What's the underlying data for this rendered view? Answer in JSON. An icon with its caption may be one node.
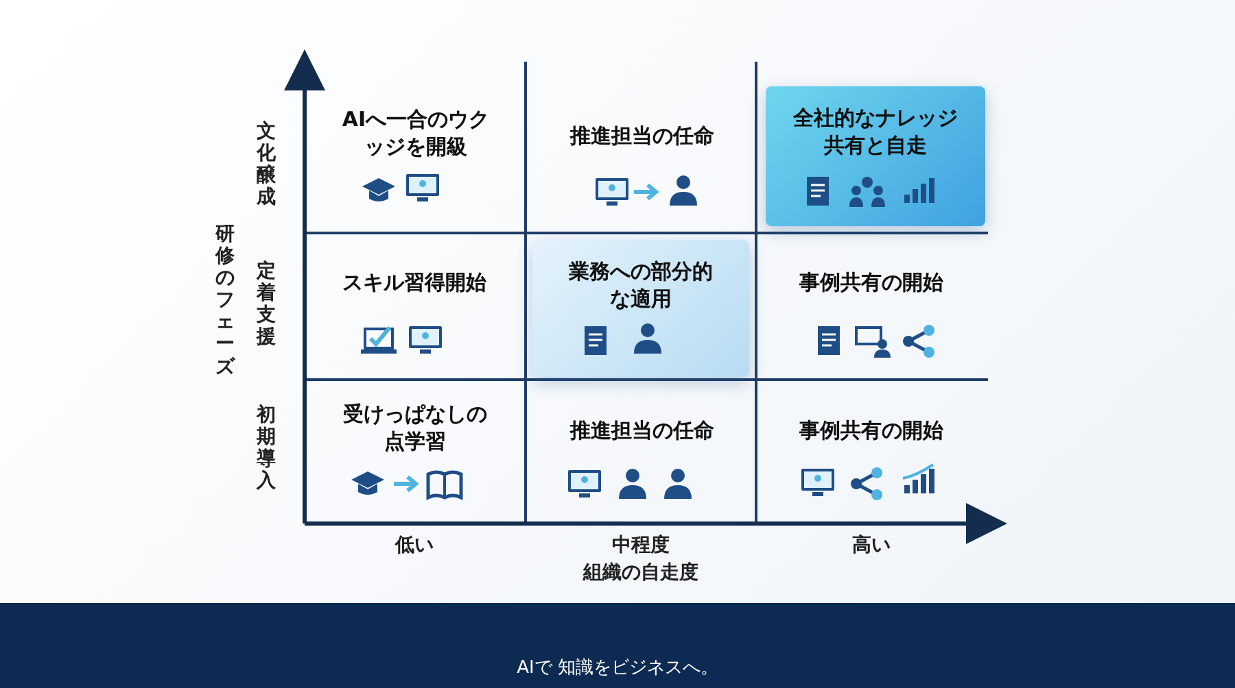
{
  "diagram": {
    "nodes": [
      {
        "text": [
          "全社的なナレッジ共有と自走"
        ]
      },
      {
        "text": [
          "業務への部分的な適用"
        ]
      }
    ],
    "labels": [
      "文化醸成",
      "AIへ一合のウクッジを開級",
      "推進担当の任命",
      "研修のフェーズ",
      "定着支援",
      "スキル習得開始",
      "事例共有の開始",
      "初期導入",
      "受けっぱなしの点学習",
      "推進担当の任命",
      "事例共有の開始",
      "低い",
      "中程度",
      "高い",
      "組織の自走度",
      "AIで 知識をビジネスへ。"
    ]
  }
}
